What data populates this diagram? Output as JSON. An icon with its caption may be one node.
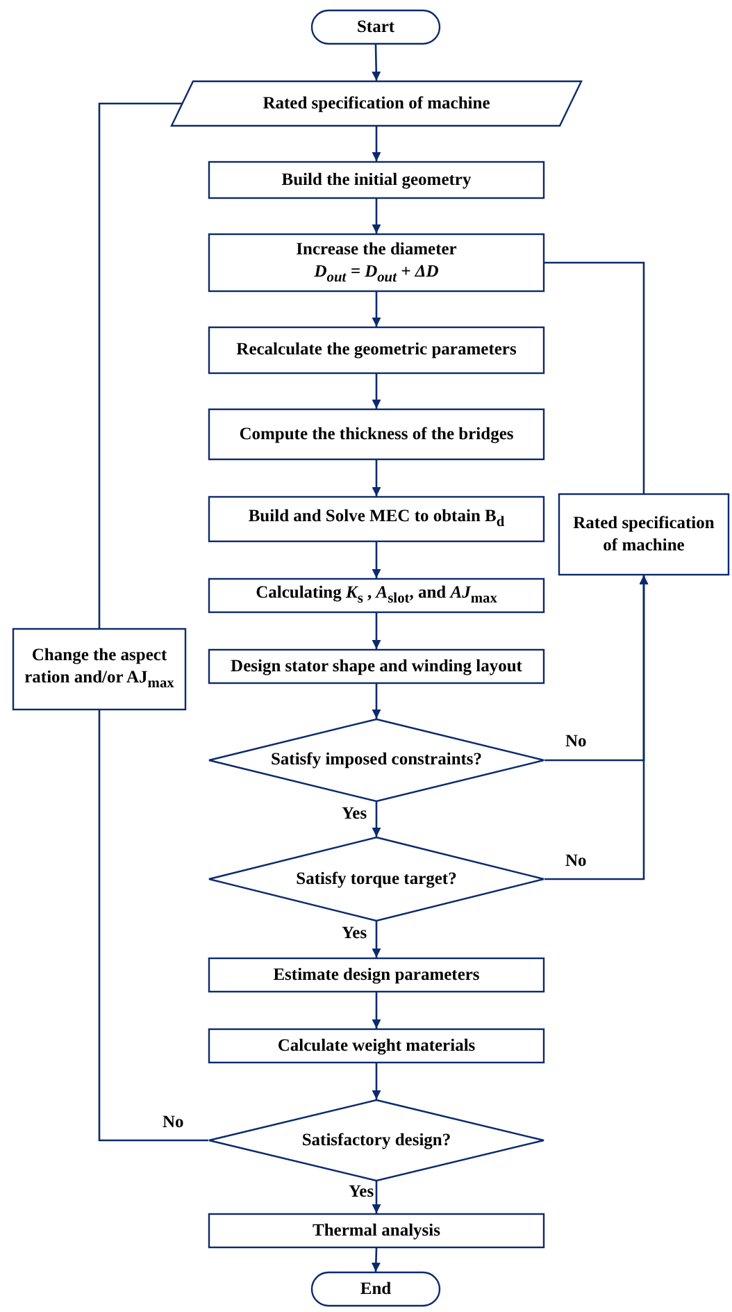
{
  "diagram": {
    "nodes": [
      {
        "text": [
          "Start"
        ]
      },
      {
        "text": [
          "Rated specification of machine"
        ]
      },
      {
        "text": [
          "Build the initial geometry"
        ]
      },
      {
        "text": [
          "Increase the diameter",
          "*D*$_{out}$ = *D*$_{out}$ + *ΔD*"
        ]
      },
      {
        "text": [
          "Recalculate the geometric parameters"
        ]
      },
      {
        "text": [
          "Compute the thickness of the bridges"
        ]
      },
      {
        "text": [
          "Build and Solve MEC to obtain B$_{d}$"
        ]
      },
      {
        "text": [
          "Calculating *K*$_{s}$ , *A*$_{slot}$, and *AJ*$_{max}$"
        ]
      },
      {
        "text": [
          "Design stator shape and winding layout"
        ]
      },
      {
        "text": [
          "Satisfy imposed constraints?"
        ]
      },
      {
        "text": [
          "Satisfy torque target?"
        ]
      },
      {
        "text": [
          "Estimate design parameters"
        ]
      },
      {
        "text": [
          "Calculate weight materials"
        ]
      },
      {
        "text": [
          "Satisfactory design?"
        ]
      },
      {
        "text": [
          "Thermal analysis"
        ]
      },
      {
        "text": [
          "End"
        ]
      },
      {
        "text": [
          "Rated specification of machine"
        ]
      },
      {
        "text": [
          "Change the aspect ration and/or AJ$_{max}$"
        ]
      }
    ],
    "edges": [
      {
        "from": 0,
        "to": 1,
        "arrow": "to"
      },
      {
        "from": 1,
        "to": 2,
        "arrow": "to"
      },
      {
        "from": 2,
        "to": 3,
        "arrow": "to"
      },
      {
        "from": 3,
        "to": 4,
        "arrow": "to"
      },
      {
        "from": 4,
        "to": 5,
        "arrow": "to"
      },
      {
        "from": 5,
        "to": 6,
        "arrow": "to"
      },
      {
        "from": 6,
        "to": 7,
        "arrow": "to"
      },
      {
        "from": 7,
        "to": 8,
        "arrow": "to"
      },
      {
        "from": 8,
        "to": 9,
        "arrow": "to"
      },
      {
        "from": 9,
        "to": 10,
        "arrow": "to",
        "label": "Yes"
      },
      {
        "from": 10,
        "to": 11,
        "arrow": "to",
        "label": "Yes"
      },
      {
        "from": 11,
        "to": 12,
        "arrow": "to"
      },
      {
        "from": 12,
        "to": 13,
        "arrow": "to"
      },
      {
        "from": 13,
        "to": 14,
        "arrow": "to",
        "label": "Yes"
      },
      {
        "from": 14,
        "to": 15,
        "arrow": "to"
      },
      {
        "from": 9,
        "to": 16,
        "arrow": "to",
        "label": "No"
      },
      {
        "from": 10,
        "to": 16,
        "arrow": "to",
        "label": "No"
      },
      {
        "from": 16,
        "to": 3,
        "arrow": "none"
      },
      {
        "from": 13,
        "to": 17,
        "arrow": "none",
        "label": "No"
      },
      {
        "from": 17,
        "to": 1,
        "arrow": "none"
      }
    ]
  }
}
